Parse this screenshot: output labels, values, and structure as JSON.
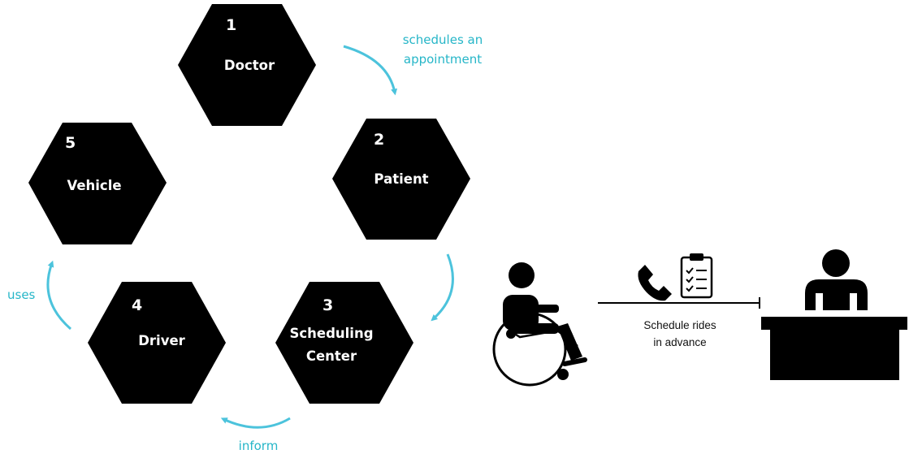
{
  "colors": {
    "hexagon": "#000000",
    "hex_text": "#ffffff",
    "accent": "#4cc3dc",
    "accent_text": "#26b6c8",
    "line": "#000000"
  },
  "cycle": {
    "nodes": [
      {
        "number": "1",
        "label": "Doctor"
      },
      {
        "number": "2",
        "label": "Patient"
      },
      {
        "number": "3",
        "label_lines": [
          "Scheduling",
          "Center"
        ]
      },
      {
        "number": "4",
        "label": "Driver"
      },
      {
        "number": "5",
        "label": "Vehicle"
      }
    ],
    "arrows": [
      {
        "label_lines": [
          "schedules an",
          "appointment"
        ]
      },
      {
        "label_lines": []
      },
      {
        "label_lines": [
          "inform"
        ]
      },
      {
        "label_lines": [
          "uses"
        ]
      }
    ]
  },
  "ride_scheduling": {
    "icons": [
      "wheelchair-user-icon",
      "phone-icon",
      "clipboard-checklist-icon",
      "desk-person-icon"
    ],
    "caption_lines": [
      "Schedule rides",
      "in advance"
    ]
  }
}
